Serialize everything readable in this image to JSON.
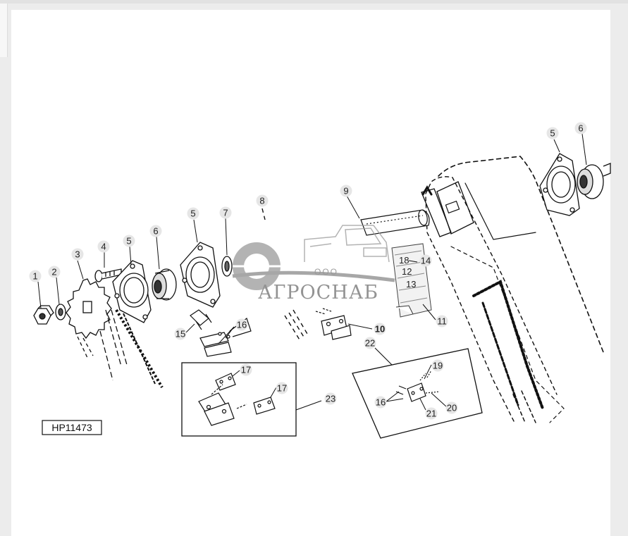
{
  "diagram": {
    "code": "HP11473",
    "watermark": {
      "company_prefix": "ООО",
      "company_name": "АГРОСНАБ"
    },
    "callouts": {
      "c1": "1",
      "c2": "2",
      "c3": "3",
      "c4": "4",
      "c5a": "5",
      "c6a": "6",
      "c5b": "5",
      "c7": "7",
      "c8": "8",
      "c9": "9",
      "c5c": "5",
      "c6b": "6",
      "c18": "18",
      "c14": "14",
      "c12": "12",
      "c13": "13",
      "c15": "15",
      "c16a": "16",
      "c10": "10",
      "c11": "11",
      "c22": "22",
      "c17a": "17",
      "c17b": "17",
      "c23": "23",
      "c19": "19",
      "c16b": "16",
      "c21": "21",
      "c20": "20"
    }
  }
}
